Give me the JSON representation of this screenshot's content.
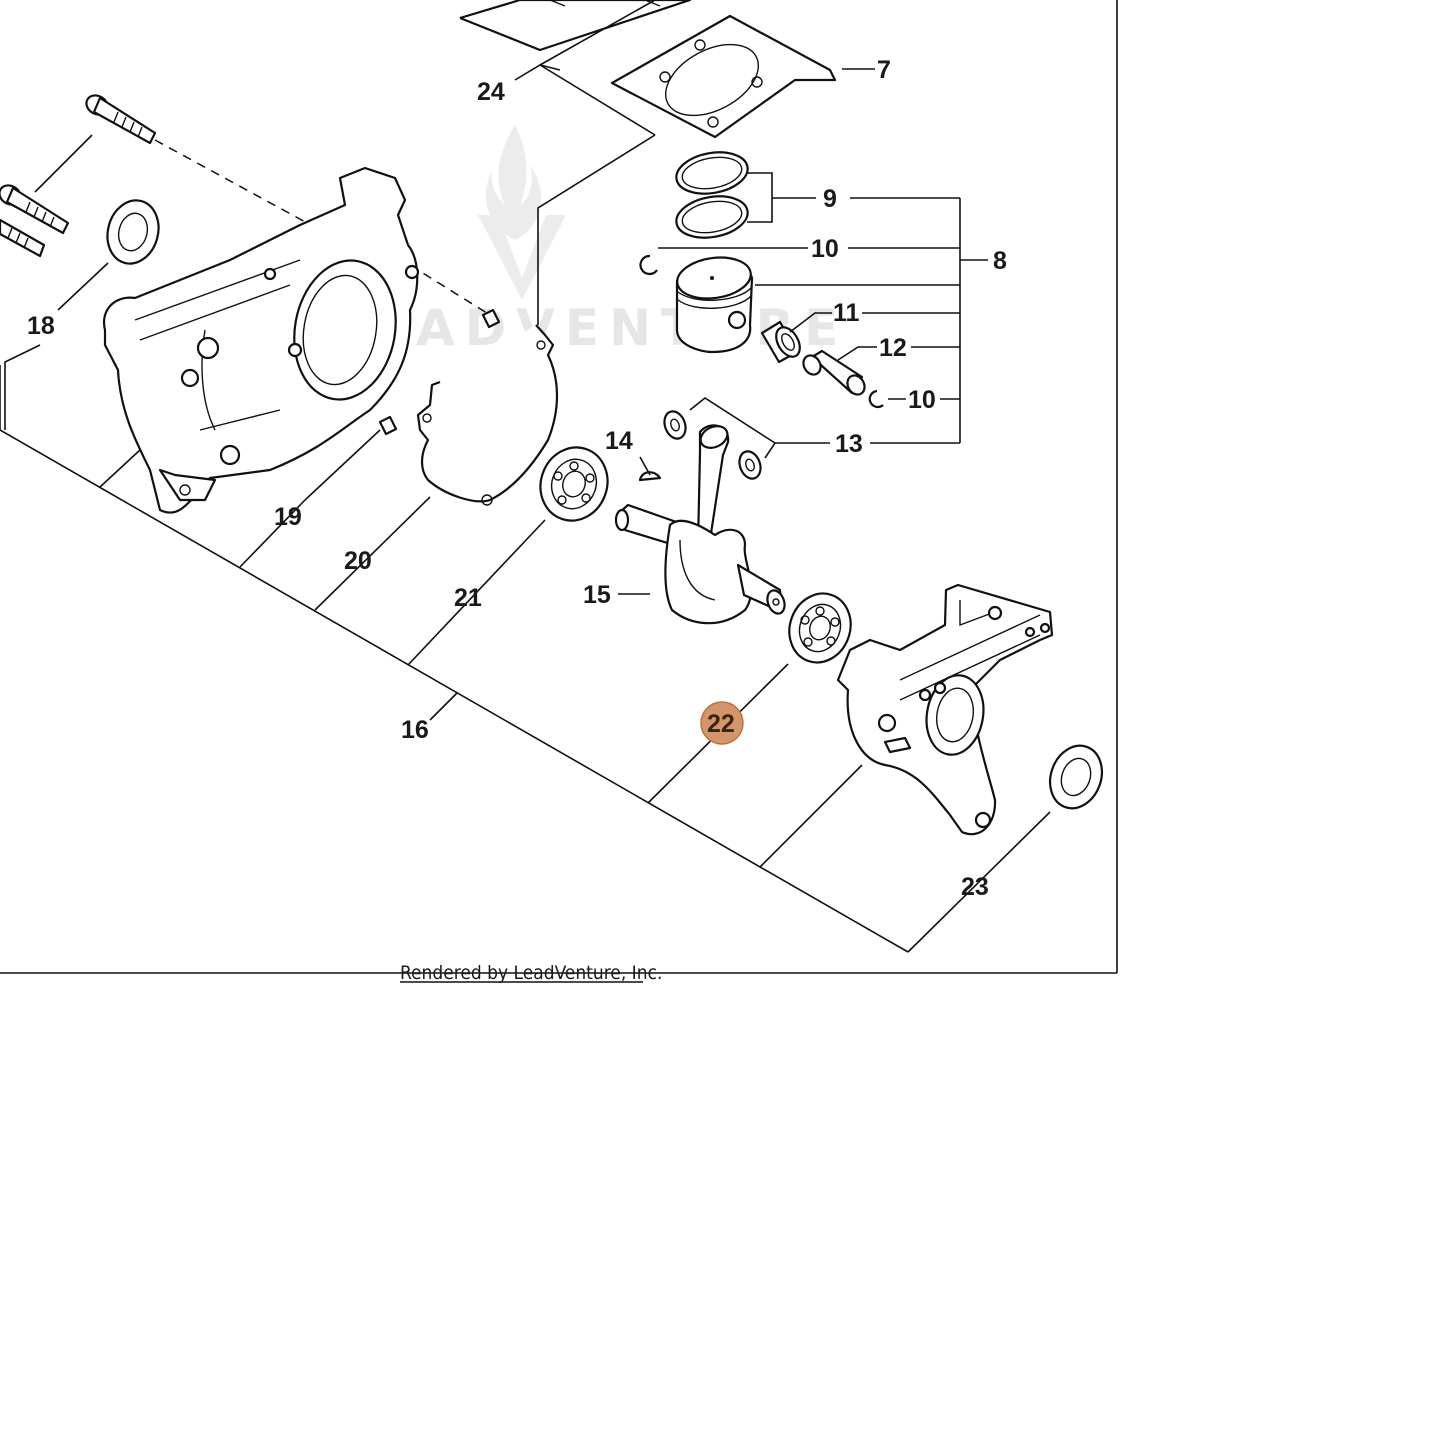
{
  "diagram": {
    "watermark": "LEADVENTURE",
    "footer": "Rendered by LeadVenture, Inc.",
    "highlight_color": "#d4956a",
    "callouts": [
      {
        "id": "c7",
        "label": "7"
      },
      {
        "id": "c8",
        "label": "8"
      },
      {
        "id": "c9",
        "label": "9"
      },
      {
        "id": "c10a",
        "label": "10"
      },
      {
        "id": "c10b",
        "label": "10"
      },
      {
        "id": "c11",
        "label": "11"
      },
      {
        "id": "c12",
        "label": "12"
      },
      {
        "id": "c13",
        "label": "13"
      },
      {
        "id": "c14",
        "label": "14"
      },
      {
        "id": "c15",
        "label": "15"
      },
      {
        "id": "c16",
        "label": "16"
      },
      {
        "id": "c18",
        "label": "18"
      },
      {
        "id": "c19",
        "label": "19"
      },
      {
        "id": "c20",
        "label": "20"
      },
      {
        "id": "c21",
        "label": "21"
      },
      {
        "id": "c22",
        "label": "22",
        "highlighted": true
      },
      {
        "id": "c23",
        "label": "23"
      },
      {
        "id": "c24",
        "label": "24"
      }
    ]
  }
}
